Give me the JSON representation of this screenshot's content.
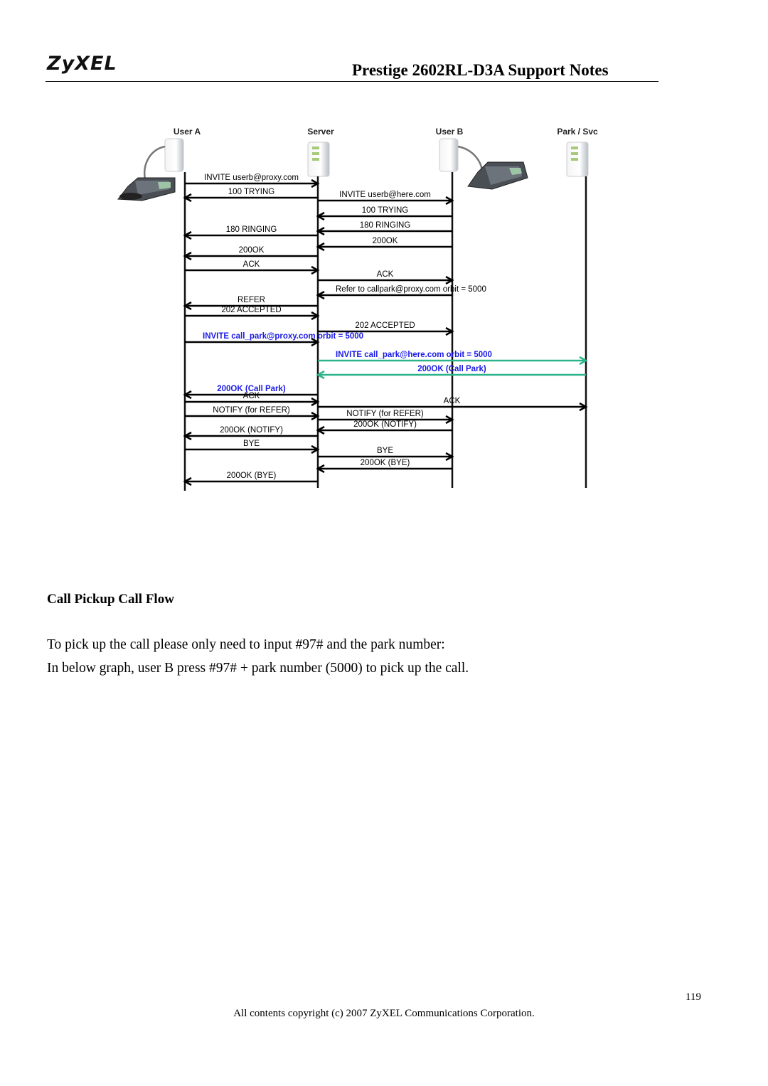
{
  "header": {
    "logo_text": "ZyXEL",
    "doc_title": "Prestige 2602RL-D3A Support Notes"
  },
  "diagram": {
    "participants": [
      "User A",
      "Server",
      "User B",
      "Park / Svc"
    ],
    "colors": {
      "black": "#000000",
      "blue": "#1a1ae6",
      "teal": "#2bb38a"
    },
    "messages": [
      {
        "label": "INVITE userb@proxy.com",
        "from": 0,
        "to": 1,
        "color": "black"
      },
      {
        "label": "100 TRYING",
        "from": 1,
        "to": 0,
        "color": "black"
      },
      {
        "label": "INVITE userb@here.com",
        "from": 1,
        "to": 2,
        "color": "black"
      },
      {
        "label": "100 TRYING",
        "from": 2,
        "to": 1,
        "color": "black"
      },
      {
        "label": "180 RINGING",
        "from": 2,
        "to": 1,
        "color": "black"
      },
      {
        "label": "180 RINGING",
        "from": 1,
        "to": 0,
        "color": "black"
      },
      {
        "label": "200OK",
        "from": 2,
        "to": 1,
        "color": "black"
      },
      {
        "label": "200OK",
        "from": 1,
        "to": 0,
        "color": "black"
      },
      {
        "label": "ACK",
        "from": 0,
        "to": 1,
        "color": "black"
      },
      {
        "label": "ACK",
        "from": 1,
        "to": 2,
        "color": "black"
      },
      {
        "label": "Refer to callpark@proxy.com orbit = 5000",
        "from": 2,
        "to": 1,
        "color": "black"
      },
      {
        "label": "REFER",
        "from": 1,
        "to": 0,
        "color": "black"
      },
      {
        "label": "202 ACCEPTED",
        "from": 0,
        "to": 1,
        "color": "black"
      },
      {
        "label": "202 ACCEPTED",
        "from": 1,
        "to": 2,
        "color": "black"
      },
      {
        "label": "INVITE call_park@proxy.com orbit = 5000",
        "from": 0,
        "to": 1,
        "color": "blue"
      },
      {
        "label": "INVITE call_park@here.com orbit = 5000",
        "from": 1,
        "to": 3,
        "color": "blue",
        "line": "teal"
      },
      {
        "label": "200OK (Call Park)",
        "from": 3,
        "to": 1,
        "color": "blue",
        "line": "teal"
      },
      {
        "label": "200OK (Call Park)",
        "from": 1,
        "to": 0,
        "color": "blue"
      },
      {
        "label": "ACK",
        "from": 0,
        "to": 1,
        "color": "black"
      },
      {
        "label": "ACK",
        "from": 1,
        "to": 3,
        "color": "black"
      },
      {
        "label": "NOTIFY (for REFER)",
        "from": 0,
        "to": 1,
        "color": "black"
      },
      {
        "label": "NOTIFY (for REFER)",
        "from": 1,
        "to": 2,
        "color": "black"
      },
      {
        "label": "200OK (NOTIFY)",
        "from": 2,
        "to": 1,
        "color": "black"
      },
      {
        "label": "200OK (NOTIFY)",
        "from": 1,
        "to": 0,
        "color": "black"
      },
      {
        "label": "BYE",
        "from": 0,
        "to": 1,
        "color": "black"
      },
      {
        "label": "BYE",
        "from": 1,
        "to": 2,
        "color": "black"
      },
      {
        "label": "200OK (BYE)",
        "from": 2,
        "to": 1,
        "color": "black"
      },
      {
        "label": "200OK (BYE)",
        "from": 1,
        "to": 0,
        "color": "black"
      }
    ]
  },
  "section": {
    "heading": "Call Pickup Call Flow",
    "paragraph_1": "To pick up the call please only need to input #97# and the park number:",
    "paragraph_2": "In below graph, user B press #97# + park number (5000) to pick up the call."
  },
  "footer": {
    "page_number": "119",
    "copyright": "All contents copyright (c) 2007 ZyXEL Communications Corporation."
  }
}
